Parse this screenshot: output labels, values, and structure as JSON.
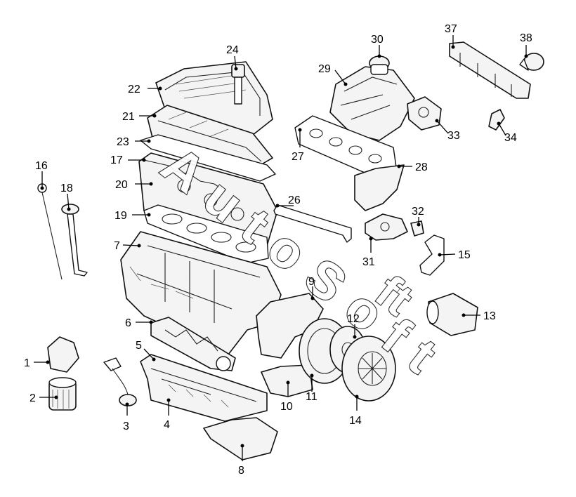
{
  "watermark": {
    "part1": "AutoSoft",
    "part2": "ft"
  },
  "callouts": [
    {
      "id": "1",
      "label": "1"
    },
    {
      "id": "2",
      "label": "2"
    },
    {
      "id": "3",
      "label": "3"
    },
    {
      "id": "4",
      "label": "4"
    },
    {
      "id": "5",
      "label": "5"
    },
    {
      "id": "6",
      "label": "6"
    },
    {
      "id": "7",
      "label": "7"
    },
    {
      "id": "8",
      "label": "8"
    },
    {
      "id": "9",
      "label": "9"
    },
    {
      "id": "10",
      "label": "10"
    },
    {
      "id": "11",
      "label": "11"
    },
    {
      "id": "12",
      "label": "12"
    },
    {
      "id": "13",
      "label": "13"
    },
    {
      "id": "14",
      "label": "14"
    },
    {
      "id": "15",
      "label": "15"
    },
    {
      "id": "16",
      "label": "16"
    },
    {
      "id": "17",
      "label": "17"
    },
    {
      "id": "18",
      "label": "18"
    },
    {
      "id": "19",
      "label": "19"
    },
    {
      "id": "20",
      "label": "20"
    },
    {
      "id": "21",
      "label": "21"
    },
    {
      "id": "22",
      "label": "22"
    },
    {
      "id": "23",
      "label": "23"
    },
    {
      "id": "24",
      "label": "24"
    },
    {
      "id": "26",
      "label": "26"
    },
    {
      "id": "27",
      "label": "27"
    },
    {
      "id": "28",
      "label": "28"
    },
    {
      "id": "29",
      "label": "29"
    },
    {
      "id": "30",
      "label": "30"
    },
    {
      "id": "31",
      "label": "31"
    },
    {
      "id": "32",
      "label": "32"
    },
    {
      "id": "33",
      "label": "33"
    },
    {
      "id": "34",
      "label": "34"
    },
    {
      "id": "37",
      "label": "37"
    },
    {
      "id": "38",
      "label": "38"
    }
  ]
}
